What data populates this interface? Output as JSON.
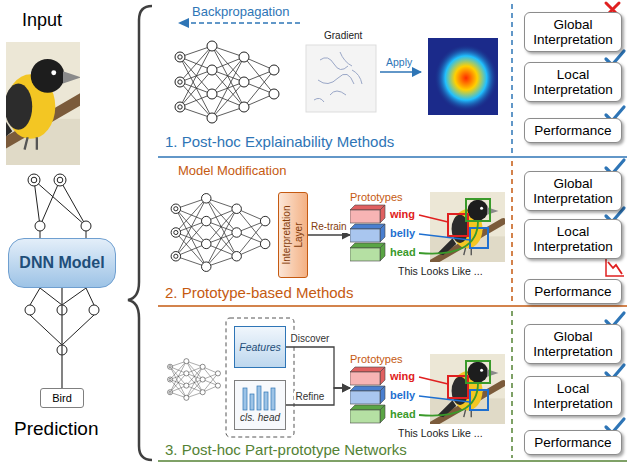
{
  "diagram": {
    "nodes": [
      {
        "text": [
          "DNN Model"
        ]
      },
      {
        "text": [
          "Bird"
        ]
      },
      {
        "text": [
          "Interpretation Layer"
        ]
      },
      {
        "text": [
          "Prototypes"
        ]
      },
      {
        "text": [
          "Features"
        ]
      },
      {
        "text": [
          "cls. head"
        ]
      },
      {
        "text": [
          "Prototypes"
        ]
      },
      {
        "text": [
          "Global Interpretation"
        ]
      },
      {
        "text": [
          "Local Interpretation"
        ]
      },
      {
        "text": [
          "Performance"
        ]
      },
      {
        "text": [
          "Global Interpretation"
        ]
      },
      {
        "text": [
          "Local Interpretation"
        ]
      },
      {
        "text": [
          "Performance"
        ]
      },
      {
        "text": [
          "Global Interpretation"
        ]
      },
      {
        "text": [
          "Local Interpretation"
        ]
      },
      {
        "text": [
          "Performance"
        ]
      }
    ],
    "edges": [
      {
        "from": 0,
        "to": 1,
        "arrow": "none"
      },
      {
        "from": 2,
        "to": 3,
        "label": "Re-train",
        "arrow": "to"
      },
      {
        "from": 4,
        "to": 6,
        "label": "Discover",
        "arrow": "to"
      },
      {
        "from": 5,
        "to": 6,
        "label": "Refine",
        "arrow": "to"
      }
    ],
    "labels": [
      "Input",
      "Prediction",
      "Backpropagation",
      "Gradient",
      "Apply",
      "1. Post-hoc Explainability Methods",
      "Model Modification",
      "wing",
      "belly",
      "head",
      "This Looks Like ...",
      "2. Prototype-based Methods",
      "wing",
      "belly",
      "head",
      "This Looks Like ...",
      "3. Post-hoc Part-prototype Networks"
    ]
  }
}
